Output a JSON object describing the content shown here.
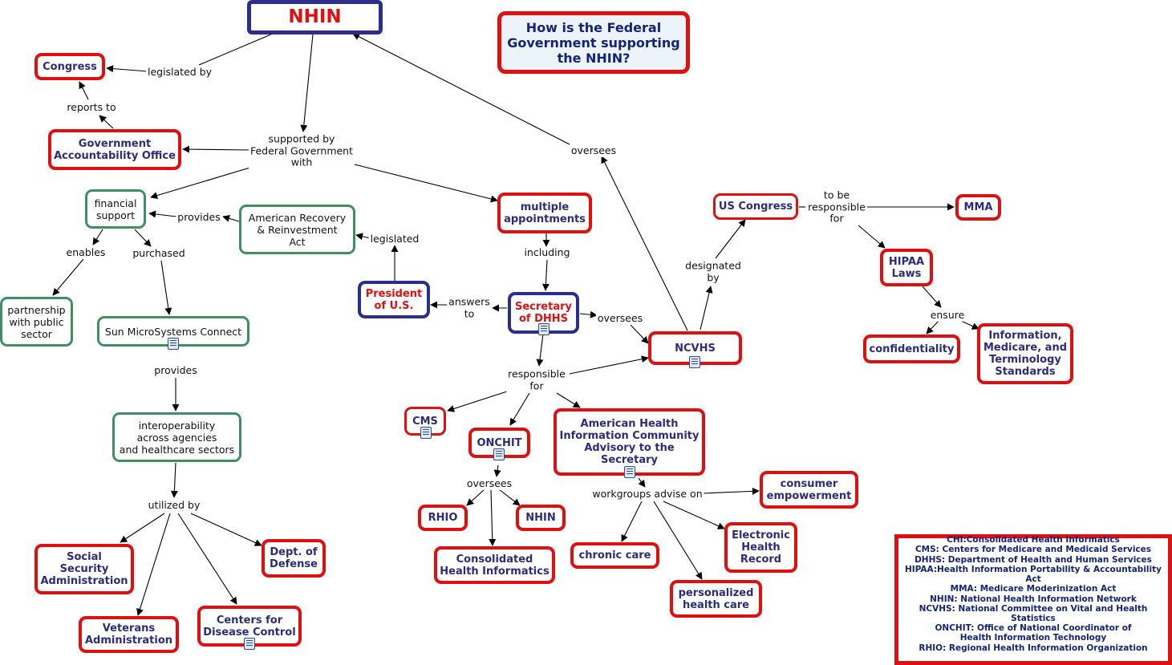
{
  "title": "NHIN",
  "question": "How is the Federal\nGovernment supporting\nthe NHIN?",
  "nodes": {
    "congress": "Congress",
    "gao": "Government\nAccountability Office",
    "financial_support": "financial\nsupport",
    "arra": "American Recovery\n& Reinvestment\nAct",
    "multiple_appointments": "multiple\nappointments",
    "partnership": "partnership\nwith public\nsector",
    "sun": "Sun MicroSystems Connect",
    "interoperability": "interoperability\nacross agencies\nand healthcare sectors",
    "ssa": "Social\nSecurity\nAdministration",
    "dod": "Dept. of\nDefense",
    "va": "Veterans\nAdministration",
    "cdc": "Centers for\nDisease Control",
    "president": "President\nof U.S.",
    "secretary": "Secretary\nof DHHS",
    "ncvhs": "NCVHS",
    "cms": "CMS",
    "onchit": "ONCHIT",
    "ahic": "American Health\nInformation Community\nAdvisory to the\nSecretary",
    "rhio": "RHIO",
    "nhin_small": "NHIN",
    "chi": "Consolidated\nHealth Informatics",
    "consumer": "consumer\nempowerment",
    "chronic": "chronic care",
    "ehr": "Electronic\nHealth\nRecord",
    "personalized": "personalized\nhealth care",
    "us_congress": "US Congress",
    "mma": "MMA",
    "hipaa": "HIPAA\nLaws",
    "confidentiality": "confidentiality",
    "standards": "Information,\nMedicare, and\nTerminology\nStandards"
  },
  "labels": {
    "legislated_by": "legislated by",
    "reports_to": "reports to",
    "supported_by": "supported by\nFederal Government\nwith",
    "oversees_top": "oversees",
    "provides_1": "provides",
    "legislated": "legislated",
    "enables": "enables",
    "purchased": "purchased",
    "including": "including",
    "answers_to": "answers\nto",
    "oversees_mid": "oversees",
    "provides_2": "provides",
    "responsible_for": "responsible\nfor",
    "designated_by": "designated\nby",
    "to_be_responsible": "to be\nresponsible\nfor",
    "ensure": "ensure",
    "utilized_by": "utilized by",
    "oversees_low": "oversees",
    "workgroups": "workgroups advise on"
  },
  "legend": [
    "CHI:Consolidated Health Informatics",
    "CMS: Centers for Medicare and Medicaid Services",
    "DHHS: Department of Health and Human Services",
    "HIPAA:Health Information Portability & Accountability Act",
    "MMA: Medicare Moderinization Act",
    "NHIN: National Health Information Network",
    "NCVHS: National Committee on Vital and Health Statistics",
    "ONCHIT: Office of National Coordinator of",
    "Health Information Technology",
    "RHIO: Regional Health Information Organization"
  ],
  "icons": [
    "document-icon"
  ],
  "colors": {
    "red_border": "#e01010",
    "navy_border": "#2b2e8c",
    "green_border": "#3f8f63",
    "node_text": "#2b2c80"
  }
}
